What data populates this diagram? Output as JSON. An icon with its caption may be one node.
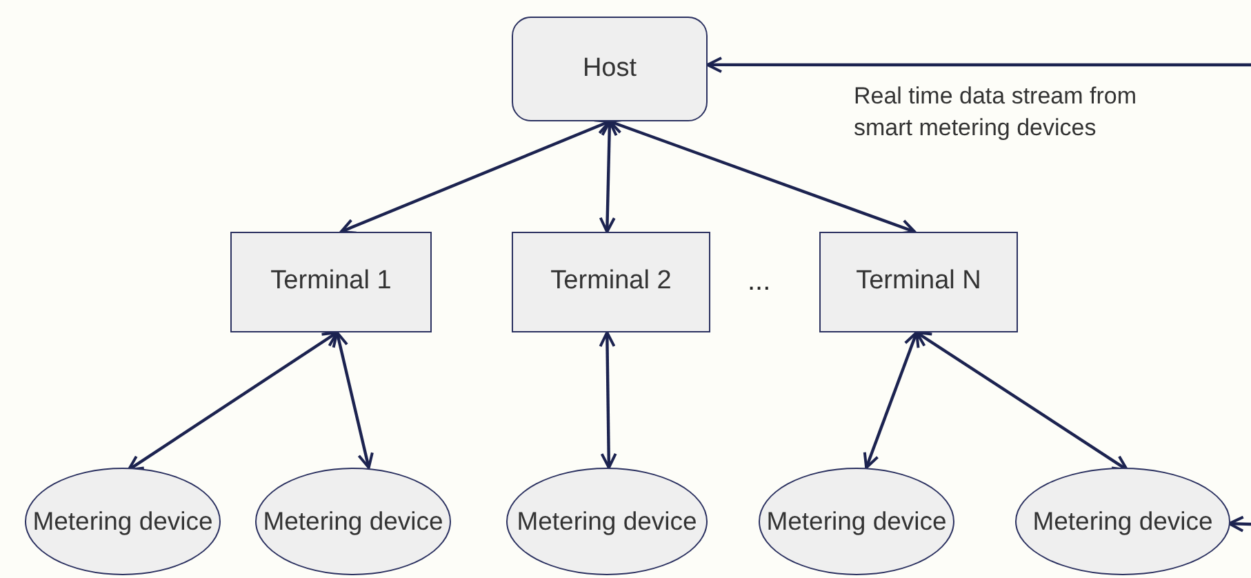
{
  "diagram": {
    "nodes": [
      {
        "text": [
          "Host"
        ]
      },
      {
        "text": [
          "Terminal 1"
        ]
      },
      {
        "text": [
          "Terminal 2"
        ]
      },
      {
        "text": [
          "Terminal N"
        ]
      },
      {
        "text": [
          "Metering device"
        ]
      },
      {
        "text": [
          "Metering device"
        ]
      },
      {
        "text": [
          "Metering device"
        ]
      },
      {
        "text": [
          "Metering device"
        ]
      },
      {
        "text": [
          "Metering device"
        ]
      }
    ],
    "edges": [
      {
        "from": 0,
        "to": 1,
        "arrow": "both"
      },
      {
        "from": 0,
        "to": 2,
        "arrow": "both"
      },
      {
        "from": 0,
        "to": 3,
        "arrow": "both"
      },
      {
        "from": 1,
        "to": 4,
        "arrow": "both"
      },
      {
        "from": 1,
        "to": 5,
        "arrow": "both"
      },
      {
        "from": 2,
        "to": 6,
        "arrow": "both"
      },
      {
        "from": 3,
        "to": 7,
        "arrow": "both"
      },
      {
        "from": 3,
        "to": 8,
        "arrow": "both"
      },
      {
        "from": null,
        "to": 0,
        "arrow": "to",
        "label": "Real time data stream from smart metering devices"
      },
      {
        "from": null,
        "to": 8,
        "arrow": "to"
      }
    ],
    "labels": [
      "..."
    ]
  }
}
